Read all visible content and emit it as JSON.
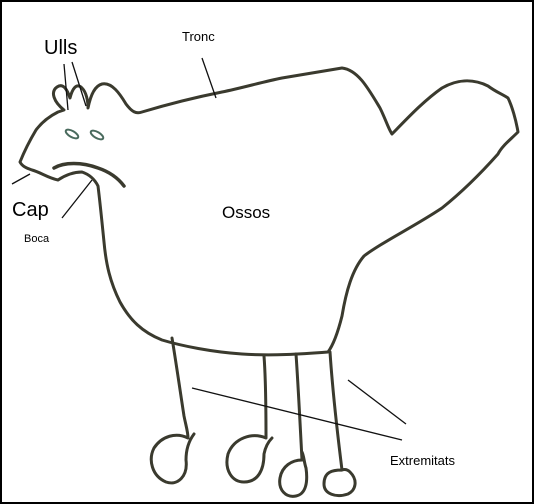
{
  "labels": {
    "eyes": "Ulls",
    "trunk": "Tronc",
    "head": "Cap",
    "mouth": "Boca",
    "bones": "Ossos",
    "limbs": "Extremitats"
  },
  "colors": {
    "drawing_stroke": "#3a3a2e",
    "pointer_line": "#111111",
    "eye_stroke": "#4a6b5e",
    "frame": "#000000"
  }
}
